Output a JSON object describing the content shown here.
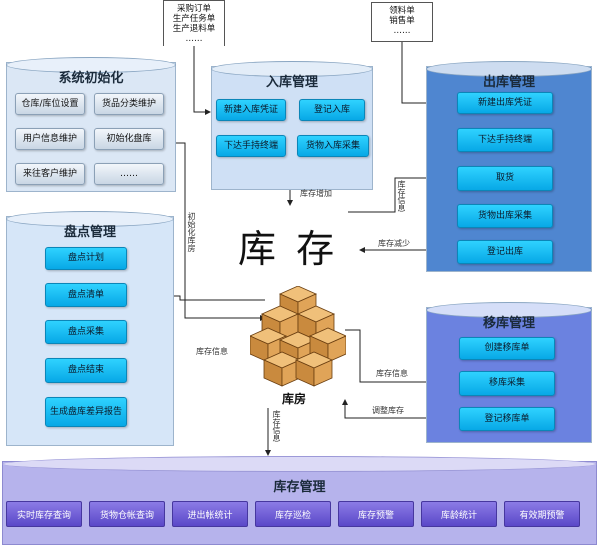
{
  "docs": {
    "purchase": [
      "采购订单",
      "生产任务单",
      "生产退料单",
      "……"
    ],
    "sales": [
      "领料单",
      "销售单",
      "……"
    ]
  },
  "init": {
    "title": "系统初始化",
    "buttons": [
      "仓库/库位设置",
      "货品分类维护",
      "用户信息维护",
      "初始化盘库",
      "来往客户维护",
      "……"
    ]
  },
  "inbound": {
    "title": "入库管理",
    "buttons": [
      "新建入库凭证",
      "登记入库",
      "下达手持终端",
      "货物入库采集"
    ]
  },
  "outbound": {
    "title": "出库管理",
    "buttons": [
      "新建出库凭证",
      "下达手持终端",
      "取货",
      "货物出库采集",
      "登记出库"
    ]
  },
  "inventory": {
    "title": "盘点管理",
    "buttons": [
      "盘点计划",
      "盘点清单",
      "盘点采集",
      "盘点结束",
      "生成盘库差异报告"
    ]
  },
  "transfer": {
    "title": "移库管理",
    "buttons": [
      "创建移库单",
      "移库采集",
      "登记移库单"
    ]
  },
  "center": {
    "big_label": "库 存",
    "warehouse_label": "库房"
  },
  "flow_labels": {
    "stock_increase": "库存增加",
    "stock_info_top": "库存信息",
    "stock_decrease": "库存减少",
    "init_warehouse": "初始化库房",
    "stock_info_left": "库存信息",
    "stock_info_right": "库存信息",
    "adjust_stock": "调整库存",
    "stock_info_bottom": "库存信息"
  },
  "stock_mgmt": {
    "title": "库存管理",
    "buttons": [
      "实时库存查询",
      "货物仓帐查询",
      "进出帐统计",
      "库存巡检",
      "库存预警",
      "库龄统计",
      "有效期预警"
    ]
  },
  "colors": {
    "accent_btn": "#07a8e6",
    "bar_btn": "#5a48c8",
    "outbound_bg": "#4f86d0",
    "transfer_bg": "#6b82e0",
    "inbound_bg": "#cfe0f5"
  }
}
